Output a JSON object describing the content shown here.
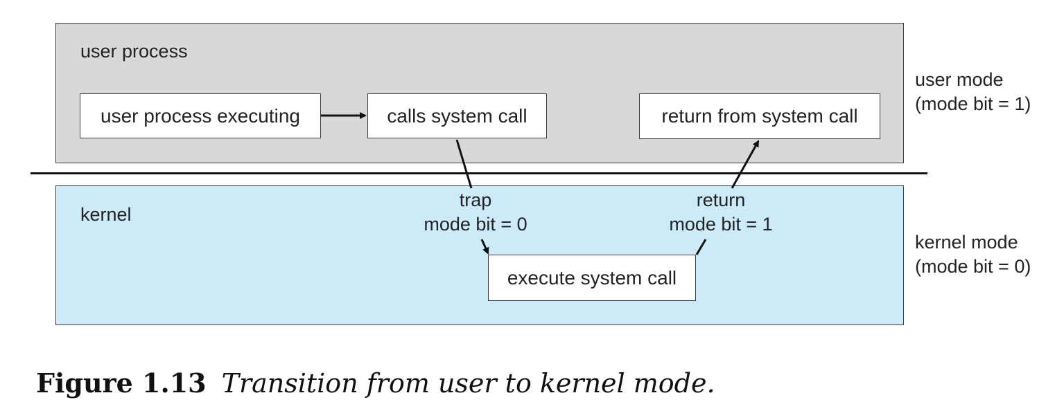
{
  "colors": {
    "user_region_fill": "#d8d8d8",
    "kernel_region_fill": "#cdeaf8",
    "box_fill": "#ffffff",
    "line": "#111111"
  },
  "user_region": {
    "label": "user process",
    "boxes": {
      "executing": "user process executing",
      "calls": "calls system call",
      "return": "return from system call"
    }
  },
  "kernel_region": {
    "label": "kernel",
    "boxes": {
      "execute": "execute system call"
    }
  },
  "transitions": {
    "trap": {
      "line1": "trap",
      "line2": "mode bit = 0"
    },
    "return": {
      "line1": "return",
      "line2": "mode bit = 1"
    }
  },
  "modes": {
    "user": {
      "line1": "user mode",
      "line2": "(mode bit = 1)"
    },
    "kernel": {
      "line1": "kernel mode",
      "line2": "(mode bit = 0)"
    }
  },
  "caption": {
    "number": "Figure 1.13",
    "title": "Transition from user to kernel mode."
  }
}
